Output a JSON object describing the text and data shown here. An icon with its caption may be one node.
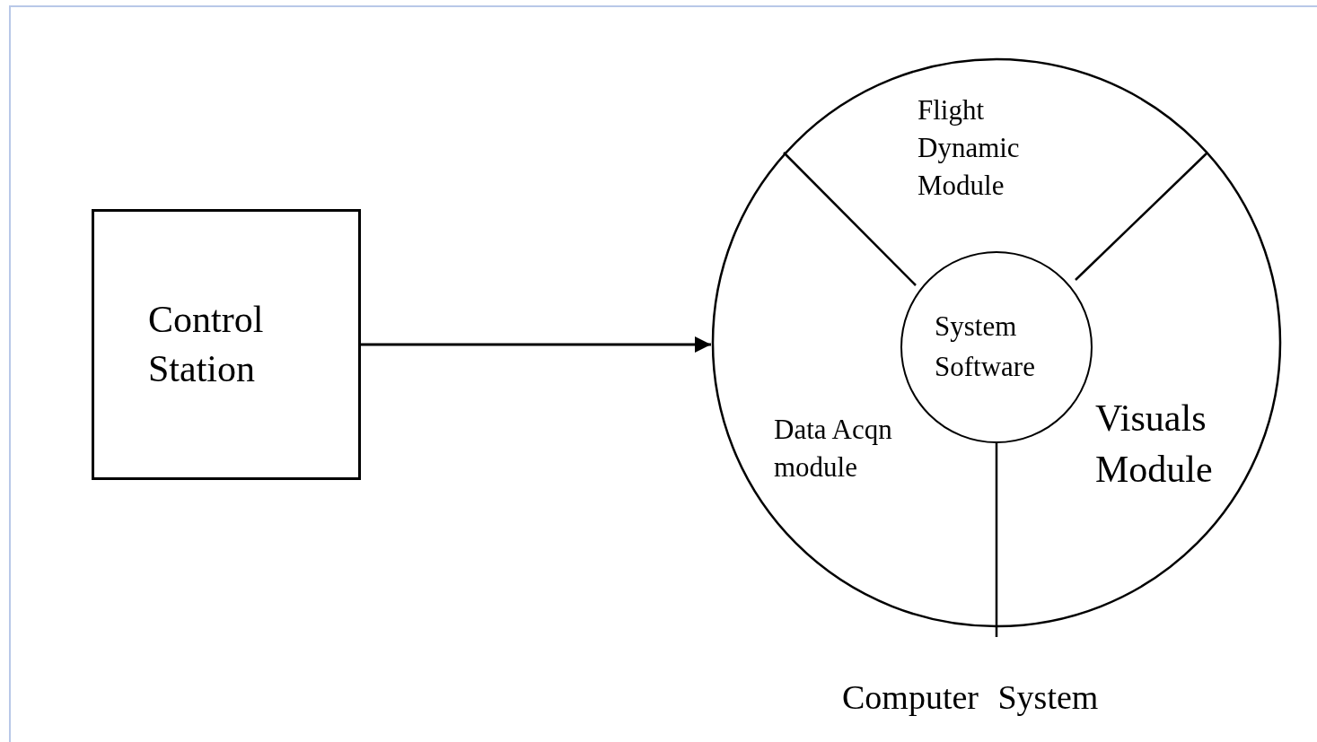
{
  "diagram": {
    "nodes": [
      {
        "text": [
          "Control Station"
        ]
      },
      {
        "text": [
          "Computer System"
        ]
      },
      {
        "text": [
          "Flight Dynamic Module"
        ],
        "in": 1
      },
      {
        "text": [
          "System Software"
        ],
        "in": 1
      },
      {
        "text": [
          "Data Acqn module"
        ],
        "in": 1
      },
      {
        "text": [
          "Visuals Module"
        ],
        "in": 1
      }
    ],
    "edges": [
      {
        "from": 0,
        "to": 1,
        "arrow": "to"
      }
    ]
  }
}
